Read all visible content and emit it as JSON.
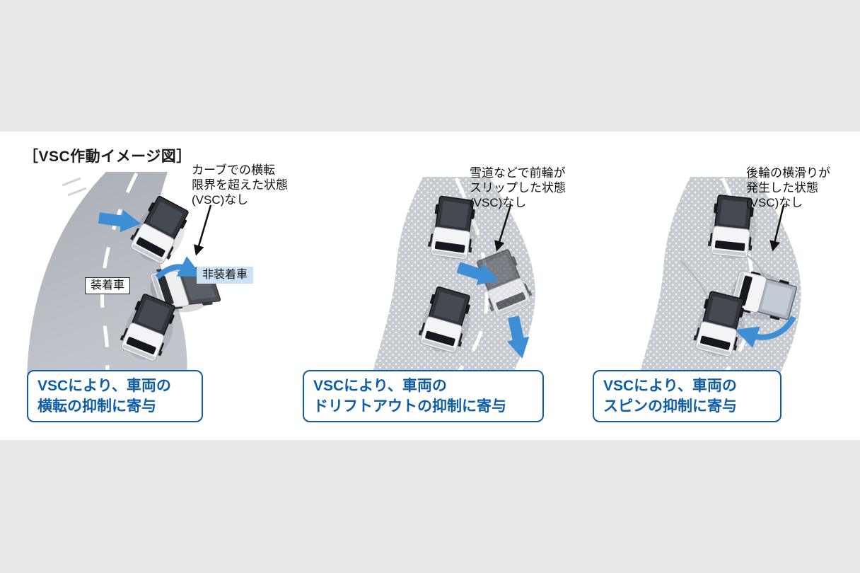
{
  "title": "［VSC作動イメージ図］",
  "panels": [
    {
      "annotation": [
        "カーブでの横転",
        "限界を超えた状態",
        "(VSC)なし"
      ],
      "caption": [
        "VSCにより、車両の",
        "横転の抑制に寄与"
      ],
      "equipped_label": "装着車",
      "non_equipped_label": "非装着車"
    },
    {
      "annotation": [
        "雪道などで前輪が",
        "スリップした状態",
        "(VSC)なし"
      ],
      "caption": [
        "VSCにより、車両の",
        "ドリフトアウトの抑制に寄与"
      ]
    },
    {
      "annotation": [
        "後輪の横滑りが",
        "発生した状態",
        "(VSC)なし"
      ],
      "caption": [
        "VSCにより、車両の",
        "スピンの抑制に寄与"
      ]
    }
  ],
  "colors": {
    "background": "#e7e8ea",
    "band": "#ffffff",
    "road": "#b4b9c0",
    "road_snow": "#c6cad1",
    "accent_blue": "#0f5ca8",
    "arrow_blue": "#3e8ed6",
    "label_blue_bg": "#cde2f5"
  }
}
